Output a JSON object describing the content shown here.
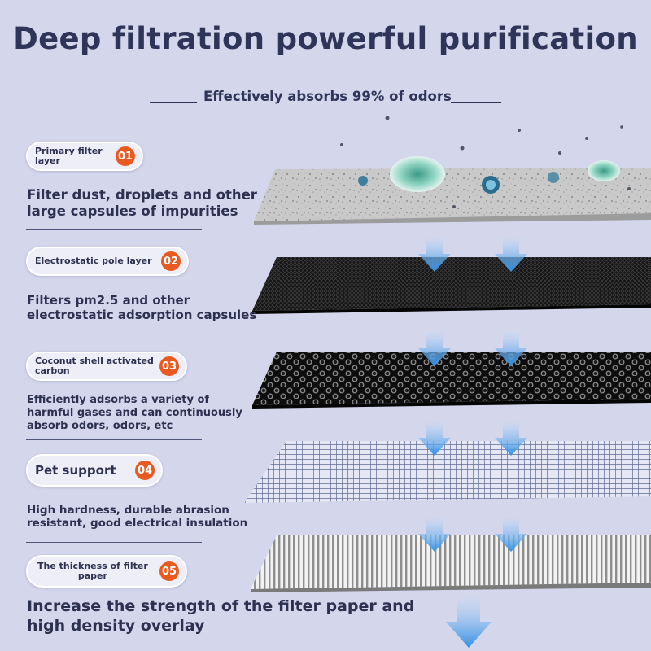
{
  "header": {
    "title": "Deep filtration powerful purification",
    "subtitle": "Effectively absorbs 99% of odors"
  },
  "layers": [
    {
      "label": "Primary filter\nlayer",
      "number": "01",
      "description": "Filter dust, droplets and other\nlarge capsules of impurities",
      "texture": "gray-speckled-felt"
    },
    {
      "label": "Electrostatic pole layer",
      "number": "02",
      "description": "Filters pm2.5 and other\nelectrostatic adsorption capsules",
      "texture": "black-mesh"
    },
    {
      "label": "Coconut shell activated\ncarbon",
      "number": "03",
      "description": "Efficiently adsorbs a variety of\nharmful gases and can continuously\nabsorb odors, odors, etc",
      "texture": "black-honeycomb"
    },
    {
      "label": "Pet support",
      "number": "04",
      "description": "High hardness, durable abrasion\nresistant, good electrical insulation",
      "texture": "blue-grid"
    },
    {
      "label": "The thickness of filter\npaper",
      "number": "05",
      "description": "Increase the strength of the filter paper and\nhigh density overlay",
      "texture": "white-pleated-paper"
    }
  ],
  "colors": {
    "background": "#d4d6ec",
    "title": "#2e3558",
    "badge": "#e85a1f",
    "arrow": "#3a9be8"
  },
  "icons": [
    "down-arrow-icon",
    "bacteria-icon"
  ]
}
